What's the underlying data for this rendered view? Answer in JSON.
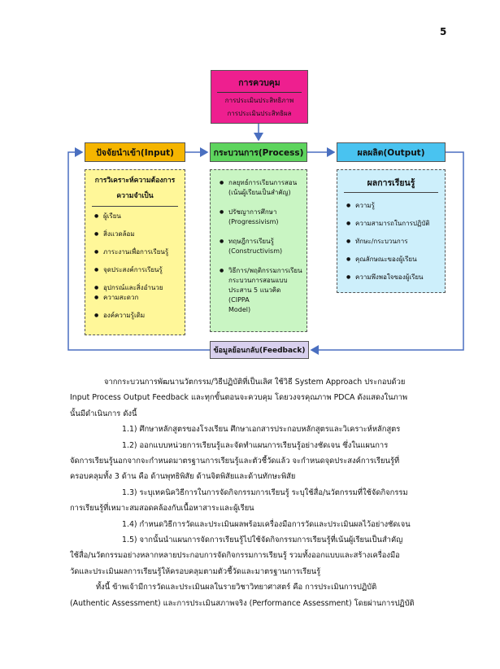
{
  "page_number": "5",
  "diagram": {
    "control": {
      "title": "การควบคุม",
      "lines": [
        "การประเมินประสิทธิภาพ",
        "การประเมินประสิทธิผล"
      ]
    },
    "input": {
      "header": "ปัจจัยนำเข้า(Input)",
      "subtitle_1": "การวิเคราะห์ความต้องการ",
      "subtitle_2": "ความจำเป็น",
      "items": [
        "ผู้เรียน",
        "สิ่งแวดล้อม",
        "ภาระงานเพื่อการเรียนรู้",
        "จุดประสงค์การเรียนรู้",
        "อุปกรณ์และสิ่งอำนวย",
        "ความสะดวก",
        "องค์ความรู้เดิม"
      ]
    },
    "process": {
      "header": "กระบวนการ(Process)",
      "items": [
        "กลยุทธ์การเรียนการสอน",
        "(เน้นผู้เรียนเป็นสำคัญ)",
        "ปรัชญาการศึกษา",
        "(Progressivism)",
        "ทฤษฎีการเรียนรู้",
        "(Constructivism)",
        "วิธีการ/พฤติกรรมการเรียน",
        "กระบวนการสอนแบบ",
        "ประสาน 5 แนวคิด (CIPPA",
        "Model)"
      ]
    },
    "output": {
      "header": "ผลผลิต(Output)",
      "subtitle": "ผลการเรียนรู้",
      "items": [
        "ความรู้",
        "ความสามารถในการปฏิบัติ",
        "ทักษะ/กระบวนการ",
        "คุณลักษณะของผู้เรียน",
        "ความพึงพอใจของผู้เรียน"
      ]
    },
    "feedback": "ข้อมูลย้อนกลับ(Feedback)"
  },
  "paragraphs": [
    "จากกระบวนการพัฒนานวัตกรรม/วิธีปฏิบัติที่เป็นเลิศ ใช้วิธี System Approach ประกอบด้วย",
    "Input Process Output Feedback และทุกขั้นตอนจะควบคุม โดยวงจรคุณภาพ PDCA ดังแสดงในภาพ",
    "นั้นมีดำเนินการ ดังนี้",
    "1.1) ศึกษาหลักสูตรของโรงเรียน ศึกษาเอกสารประกอบหลักสูตรและวิเคราะห์หลักสูตร",
    "1.2) ออกแบบหน่วยการเรียนรู้และจัดทำแผนการเรียนรู้อย่างชัดเจน ซึ่งในแผนการ",
    "จัดการเรียนรู้นอกจากจะกำหนดมาตรฐานการเรียนรู้และตัวชี้วัดแล้ว จะกำหนดจุดประสงค์การเรียนรู้ที่",
    "ครอบคลุมทั้ง 3 ด้าน คือ ด้านพุทธิพิสัย ด้านจิตพิสัยและด้านทักษะพิสัย",
    "1.3) ระบุเทคนิควิธีการในการจัดกิจกรรมการเรียนรู้ ระบุใช้สื่อ/นวัตกรรมที่ใช้จัดกิจกรรม",
    "การเรียนรู้ที่เหมาะสมสอดคล้องกับเนื้อหาสาระและผู้เรียน",
    "1.4) กำหนดวิธีการวัดและประเมินผลพร้อมเครื่องมือการวัดและประเมินผลไว้อย่างชัดเจน",
    "1.5) จากนั้นนำแผนการจัดการเรียนรู้ไปใช้จัดกิจกรรมการเรียนรู้ที่เน้นผู้เรียนเป็นสำคัญ",
    "ใช้สื่อ/นวัตกรรมอย่างหลากหลายประกอบการจัดกิจกรรมการเรียนรู้ รวมทั้งออกแบบและสร้างเครื่องมือ",
    "วัดและประเมินผลการเรียนรู้ให้ครอบคลุมตามตัวชี้วัดและมาตรฐานการเรียนรู้",
    "ทั้งนี้ ข้าพเจ้ามีการวัดและประเมินผลในรายวิชาวิทยาศาสตร์ คือ การประเมินการปฏิบัติ",
    "(Authentic Assessment) และการประเมินสภาพจริง (Performance Assessment) โดยผ่านการปฏิบัติ"
  ]
}
